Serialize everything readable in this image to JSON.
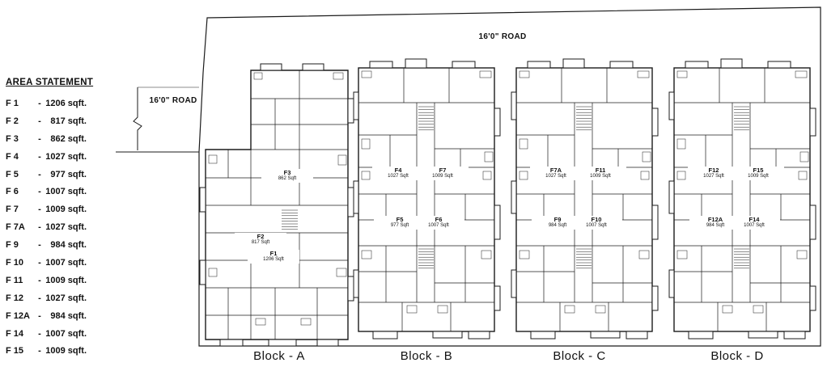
{
  "area_statement": {
    "title": "AREA STATEMENT",
    "separator": "-",
    "entries": [
      {
        "flat": "F 1",
        "area": "1206 sqft."
      },
      {
        "flat": "F 2",
        "area": "817 sqft."
      },
      {
        "flat": "F 3",
        "area": "862 sqft."
      },
      {
        "flat": "F 4",
        "area": "1027 sqft."
      },
      {
        "flat": "F 5",
        "area": "977 sqft."
      },
      {
        "flat": "F 6",
        "area": "1007 sqft."
      },
      {
        "flat": "F 7",
        "area": "1009 sqft."
      },
      {
        "flat": "F 7A",
        "area": "1027 sqft."
      },
      {
        "flat": "F 9",
        "area": "984 sqft."
      },
      {
        "flat": "F 10",
        "area": "1007 sqft."
      },
      {
        "flat": "F 11",
        "area": "1009 sqft."
      },
      {
        "flat": "F 12",
        "area": "1027 sqft."
      },
      {
        "flat": "F 12A",
        "area": "984 sqft."
      },
      {
        "flat": "F 14",
        "area": "1007 sqft."
      },
      {
        "flat": "F 15",
        "area": "1009 sqft."
      }
    ]
  },
  "roads": {
    "top": "16'0\" ROAD",
    "left": "16'0\" ROAD"
  },
  "blocks": [
    {
      "label": "Block - A",
      "units": [
        {
          "id": "F3",
          "area": "862 Sqft"
        },
        {
          "id": "F2",
          "area": "817 Sqft"
        },
        {
          "id": "F1",
          "area": "1206 Sqft"
        }
      ]
    },
    {
      "label": "Block - B",
      "units": [
        {
          "id": "F4",
          "area": "1027 Sqft"
        },
        {
          "id": "F7",
          "area": "1009 Sqft"
        },
        {
          "id": "F5",
          "area": "977 Sqft"
        },
        {
          "id": "F6",
          "area": "1007 Sqft"
        }
      ]
    },
    {
      "label": "Block - C",
      "units": [
        {
          "id": "F7A",
          "area": "1027 Sqft"
        },
        {
          "id": "F11",
          "area": "1009 Sqft"
        },
        {
          "id": "F9",
          "area": "984 Sqft"
        },
        {
          "id": "F10",
          "area": "1007 Sqft"
        }
      ]
    },
    {
      "label": "Block - D",
      "units": [
        {
          "id": "F12",
          "area": "1027 Sqft"
        },
        {
          "id": "F15",
          "area": "1009 Sqft"
        },
        {
          "id": "F12A",
          "area": "984 Sqft"
        },
        {
          "id": "F14",
          "area": "1007 Sqft"
        }
      ]
    }
  ]
}
